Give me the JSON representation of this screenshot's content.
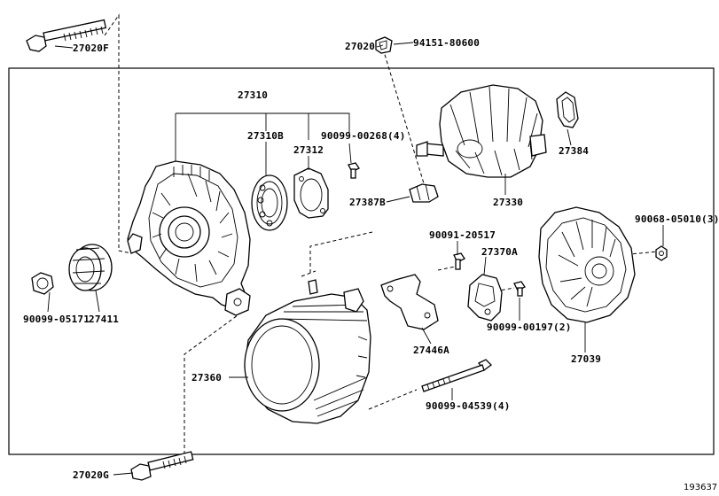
{
  "diagram": {
    "labels": {
      "p27020F": "27020F",
      "p27020": "27020",
      "p94151": "94151-80600",
      "p27310": "27310",
      "p27310B": "27310B",
      "p27312": "27312",
      "p90099_00268": "90099-00268(4)",
      "p27384": "27384",
      "p27387B": "27387B",
      "p27330": "27330",
      "p90068": "90068-05010(3)",
      "p90091": "90091-20517",
      "p27370A": "27370A",
      "p90099_05171": "90099-05171",
      "p27411": "27411",
      "p90099_00197": "90099-00197(2)",
      "p27039": "27039",
      "p27446A": "27446A",
      "p27360": "27360",
      "p90099_04539": "90099-04539(4)",
      "p27020G": "27020G"
    },
    "reference_code": "193637"
  }
}
